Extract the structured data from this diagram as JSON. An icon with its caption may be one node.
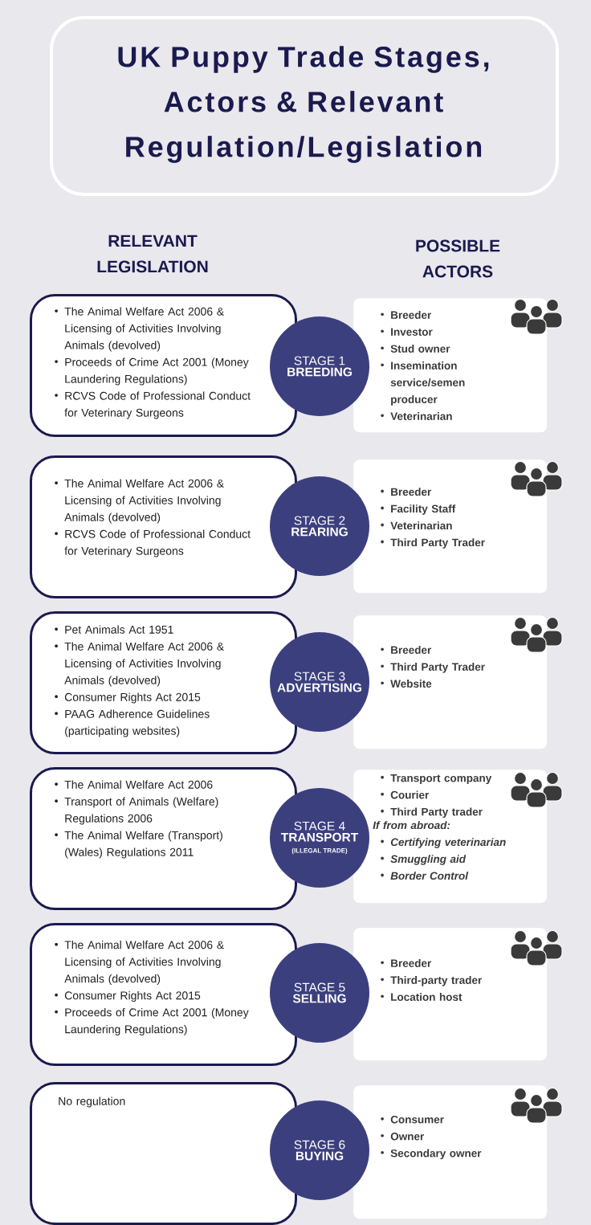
{
  "diagram": {
    "nodes": [
      {
        "text": [
          "UK Puppy Trade Stages, Actors & Relevant Regulation/Legislation"
        ]
      },
      {
        "text": [
          "The Animal Welfare Act 2006 & Licensing of Activities Involving Animals (devolved)",
          "Proceeds of Crime Act 2001 (Money Laundering Regulations)",
          "RCVS Code of Professional Conduct for Veterinary Surgeons"
        ]
      },
      {
        "text": [
          "STAGE 1",
          "BREEDING"
        ]
      },
      {
        "text": [
          "Breeder",
          "Investor",
          "Stud owner",
          "Insemination service/semen producer",
          "Veterinarian"
        ]
      },
      {
        "text": [
          "The Animal Welfare Act 2006 & Licensing of Activities Involving Animals (devolved)",
          "RCVS Code of Professional Conduct for Veterinary Surgeons"
        ]
      },
      {
        "text": [
          "STAGE 2",
          "REARING"
        ]
      },
      {
        "text": [
          "Breeder",
          "Facility Staff",
          "Veterinarian",
          "Third Party Trader"
        ]
      },
      {
        "text": [
          "Pet Animals Act 1951",
          "The Animal Welfare Act 2006 & Licensing of Activities Involving Animals (devolved)",
          "Consumer Rights Act 2015",
          "PAAG Adherence Guidelines (participating websites)"
        ]
      },
      {
        "text": [
          "STAGE 3",
          "ADVERTISING"
        ]
      },
      {
        "text": [
          "Breeder",
          "Third Party Trader",
          "Website"
        ]
      },
      {
        "text": [
          "The Animal Welfare Act 2006",
          "Transport of Animals (Welfare) Regulations 2006",
          "The Animal Welfare (Transport) (Wales) Regulations 2011"
        ]
      },
      {
        "text": [
          "STAGE 4",
          "TRANSPORT",
          "(ILLEGAL TRADE)"
        ]
      },
      {
        "text": [
          "Transport company",
          "Courier",
          "Third Party trader"
        ]
      },
      {
        "text": [
          "If from abroad:",
          "Certifying veterinarian",
          "Smuggling aid",
          "Border Control"
        ],
        "in": 12
      },
      {
        "text": [
          "The Animal Welfare Act 2006 & Licensing of Activities Involving Animals (devolved)",
          "Consumer Rights Act 2015",
          "Proceeds of Crime Act 2001 (Money Laundering Regulations)"
        ]
      },
      {
        "text": [
          "STAGE 5",
          "SELLING"
        ]
      },
      {
        "text": [
          "Breeder",
          "Third-party trader",
          "Location host"
        ]
      },
      {
        "text": [
          "No regulation"
        ]
      },
      {
        "text": [
          "STAGE 6",
          "BUYING"
        ]
      },
      {
        "text": [
          "Consumer",
          "Owner",
          "Secondary owner"
        ]
      }
    ],
    "labels": [
      "RELEVANT LEGISLATION",
      "POSSIBLE ACTORS"
    ]
  }
}
